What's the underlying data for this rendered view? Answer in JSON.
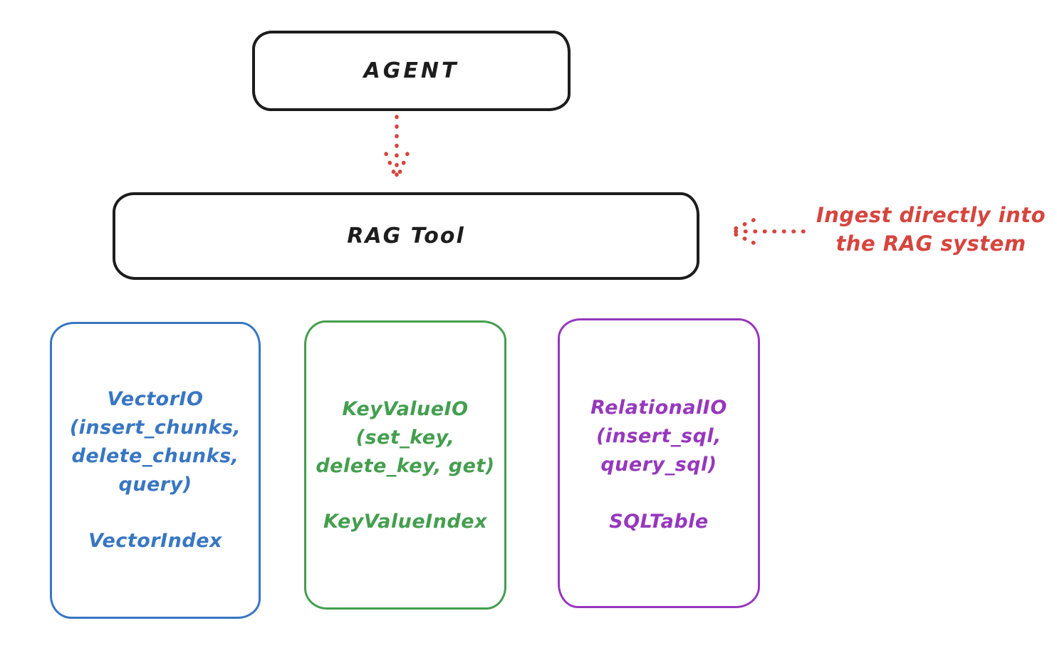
{
  "colors": {
    "background": "#ffffff",
    "stroke_black": "#1d1d1d",
    "annotation_red": "#d6453e",
    "vector_blue": "#3876c2",
    "keyvalue_green": "#449e4f",
    "relational_purple": "#9638bd"
  },
  "agent": {
    "label": "AGENT"
  },
  "rag_tool": {
    "label": "RAG Tool"
  },
  "annotation": {
    "line1": "Ingest directly into",
    "line2": "the RAG system"
  },
  "backends": {
    "vector": {
      "interface_lines": [
        "VectorIO",
        "(insert_chunks,",
        "delete_chunks,",
        "query)"
      ],
      "index": "VectorIndex"
    },
    "keyvalue": {
      "interface_lines": [
        "KeyValueIO",
        "(set_key,",
        "delete_key, get)"
      ],
      "index": "KeyValueIndex"
    },
    "relational": {
      "interface_lines": [
        "RelationalIO",
        "(insert_sql,",
        "query_sql)"
      ],
      "index": "SQLTable"
    }
  }
}
